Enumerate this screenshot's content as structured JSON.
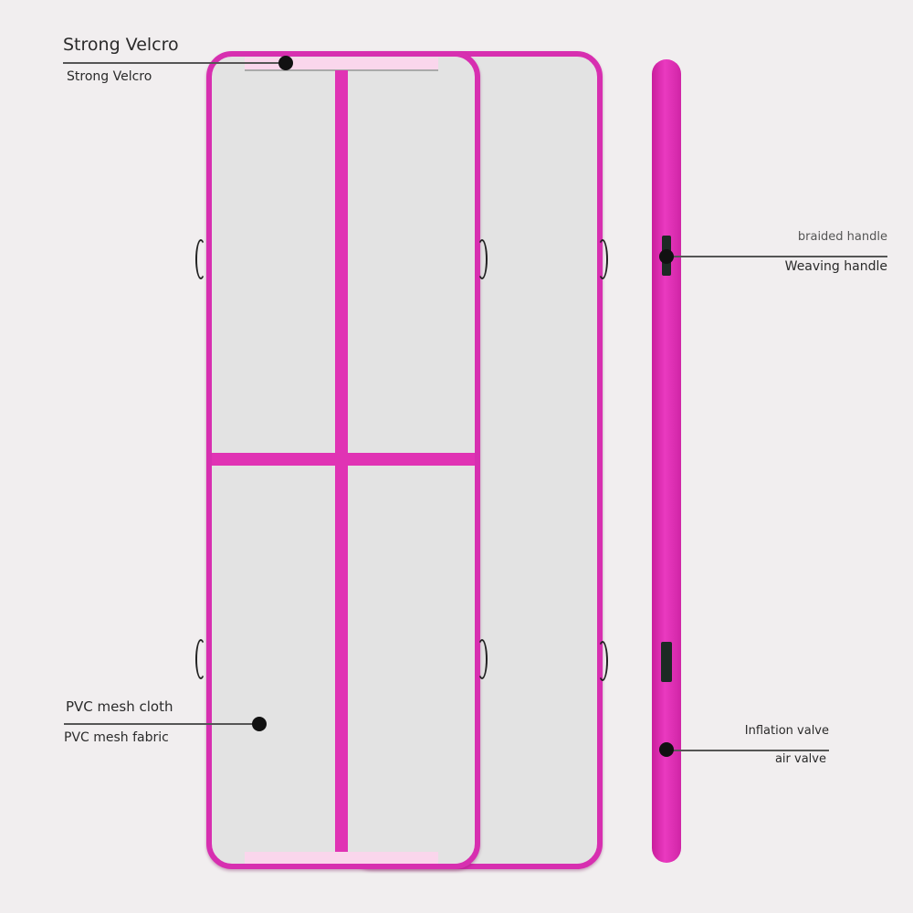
{
  "annotations": {
    "velcro": {
      "title": "Strong Velcro",
      "subtitle": "Strong Velcro"
    },
    "mesh": {
      "title": "PVC mesh cloth",
      "subtitle": "PVC mesh fabric"
    },
    "handle": {
      "title": "braided handle",
      "subtitle": "Weaving handle"
    },
    "valve": {
      "title": "Inflation valve",
      "subtitle": "air valve"
    }
  },
  "colors": {
    "background": "#f1eeef",
    "mat_border": "#d72fb0",
    "mat_surface": "#e3e3e3",
    "velcro_strip": "#fad6ec",
    "side_tube": "#e033b4"
  }
}
